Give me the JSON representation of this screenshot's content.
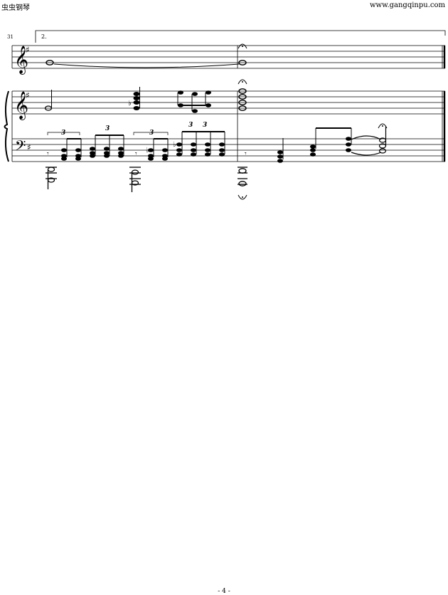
{
  "header": {
    "site_name": "虫虫钢琴",
    "site_url": "www.gangqinpu.com"
  },
  "score": {
    "measure_number": "31",
    "volta_label": "2.",
    "tuplet_label": "3"
  },
  "footer": {
    "page_number": "- 4 -"
  }
}
